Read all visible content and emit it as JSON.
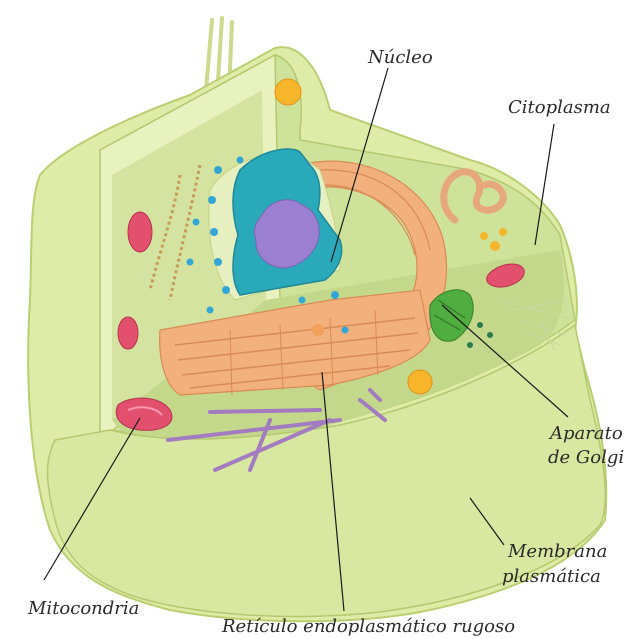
{
  "labels": {
    "nucleo": "Núcleo",
    "citoplasma": "Citoplasma",
    "aparato_line1": "Aparato",
    "aparato_line2": "de Golgi",
    "membrana_line1": "Membrana",
    "membrana_line2": "plasmática",
    "mitocondria": "Mitocondria",
    "reticulo": "Retículo endoplasmático rugoso"
  },
  "colors": {
    "membrane": "#dbe9a3",
    "cytoplasm": "#c9dc8a",
    "nucleus_envelope": "#29a7b8",
    "nucleolus": "#9b7fd0",
    "rough_er": "#f2b07c",
    "mitochondria": "#e2506e",
    "golgi": "#4fae3f",
    "lysosome": "#f6b52a",
    "cytoskeleton": "#a27bc0"
  }
}
